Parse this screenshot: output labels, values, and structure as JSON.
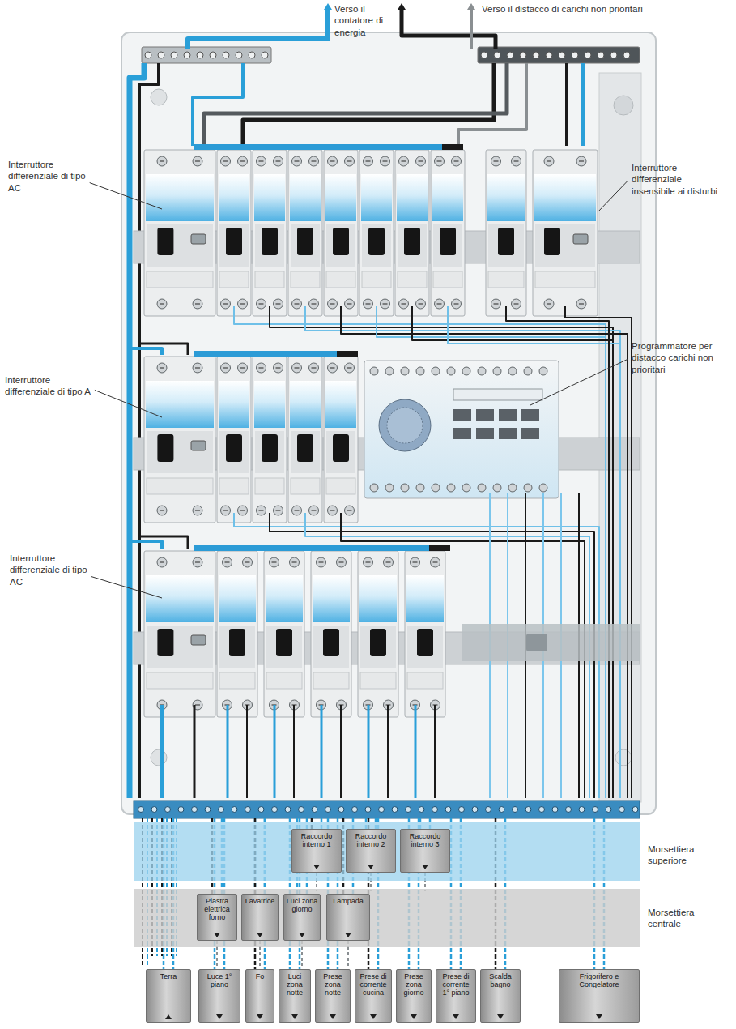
{
  "diagram": {
    "nodes": [
      {
        "text": [
          "Morsettiera superiore"
        ]
      },
      {
        "text": [
          "Raccordo interno 1"
        ],
        "in": 0
      },
      {
        "text": [
          "Raccordo interno 2"
        ],
        "in": 0
      },
      {
        "text": [
          "Raccordo interno 3"
        ],
        "in": 0
      },
      {
        "text": [
          "Morsettiera centrale"
        ]
      },
      {
        "text": [
          "Piastra elettrica forno"
        ],
        "in": 4
      },
      {
        "text": [
          "Lavatrice"
        ],
        "in": 4
      },
      {
        "text": [
          "Luci zona giorno"
        ],
        "in": 4
      },
      {
        "text": [
          "Lampada"
        ],
        "in": 4
      },
      {
        "text": [
          "Terra"
        ]
      },
      {
        "text": [
          "Luce 1° piano"
        ]
      },
      {
        "text": [
          "Fo"
        ]
      },
      {
        "text": [
          "Luci zona notte"
        ]
      },
      {
        "text": [
          "Prese zona notte"
        ]
      },
      {
        "text": [
          "Prese di corrente cucina"
        ]
      },
      {
        "text": [
          "Prese zona giorno"
        ]
      },
      {
        "text": [
          "Prese di corrente 1° piano"
        ]
      },
      {
        "text": [
          "Scalda bagno"
        ]
      },
      {
        "text": [
          "Frigorifero e Congelatore"
        ]
      }
    ],
    "labels": [
      "Verso il contatore di energia",
      "Verso il distacco di carichi non prioritari",
      "Interruttore differenziale di tipo AC",
      "Interruttore differenziale insensibile ai disturbi",
      "Programmatore per distacco carichi non prioritari",
      "Interruttore differenziale di tipo A",
      "Interruttore differenziale di tipo AC"
    ]
  }
}
